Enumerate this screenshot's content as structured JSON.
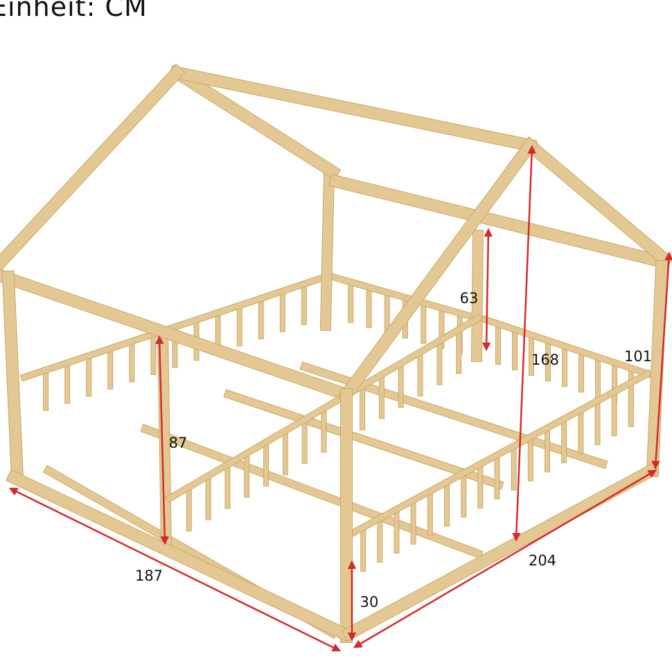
{
  "unit_label": "Einheit: CM",
  "colors": {
    "wood": "#e3c893",
    "wood_edge": "#c9a96b",
    "arrow": "#d42a2a"
  },
  "dimensions": {
    "length": "187",
    "width": "204",
    "total_height": "168",
    "side_height": "101",
    "upper_height": "63",
    "inner_height": "87",
    "rail_height": "30"
  }
}
